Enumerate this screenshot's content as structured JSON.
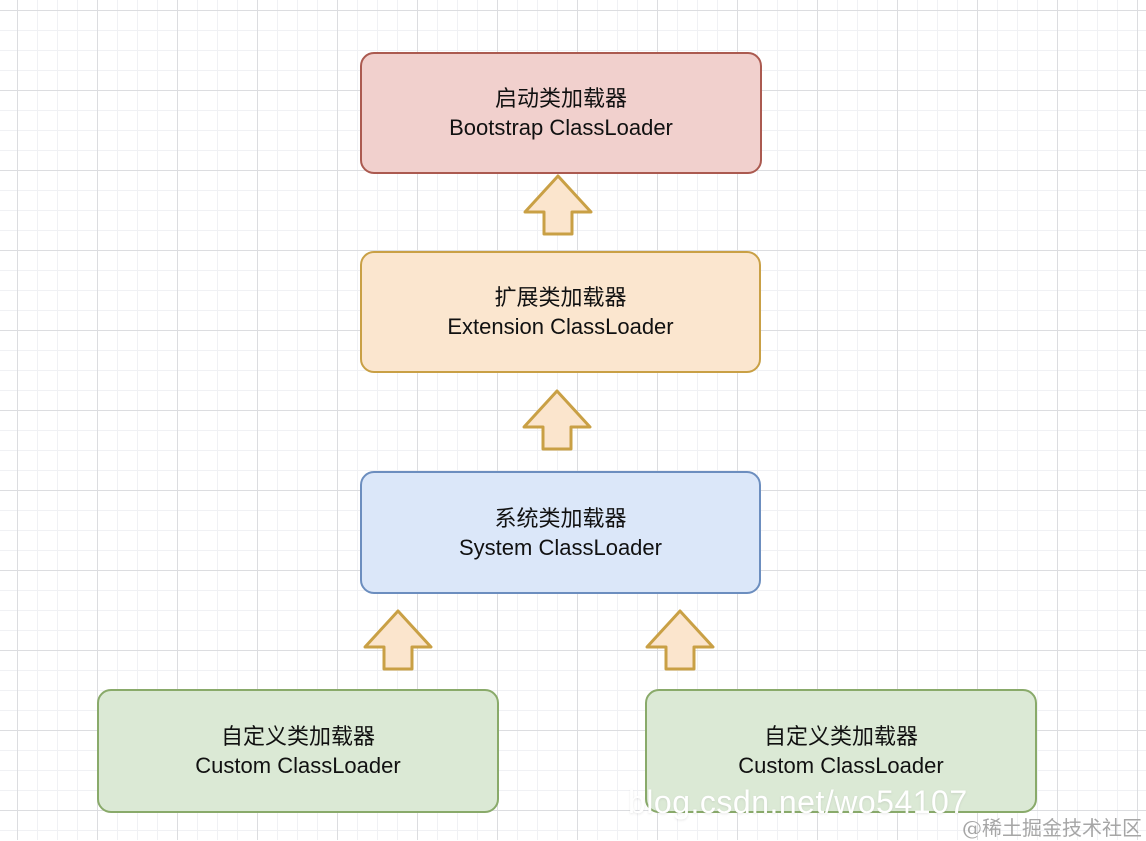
{
  "canvas": {
    "grid_minor_color": "#f0f1f4",
    "grid_major_color": "#dcdde0",
    "background": "#ffffff"
  },
  "nodes": [
    {
      "name": "bootstrap-classloader",
      "label_zh": "启动类加载器",
      "label_en": "Bootstrap ClassLoader",
      "fill": "#f1d0cd",
      "stroke": "#ab5a50"
    },
    {
      "name": "extension-classloader",
      "label_zh": "扩展类加载器",
      "label_en": "Extension ClassLoader",
      "fill": "#fbe6cf",
      "stroke": "#c9a045"
    },
    {
      "name": "system-classloader",
      "label_zh": "系统类加载器",
      "label_en": "System ClassLoader",
      "fill": "#dbe7f9",
      "stroke": "#6c8ebf"
    },
    {
      "name": "custom-classloader-left",
      "label_zh": "自定义类加载器",
      "label_en": "Custom ClassLoader",
      "fill": "#dbe9d5",
      "stroke": "#89aa6a"
    },
    {
      "name": "custom-classloader-right",
      "label_zh": "自定义类加载器",
      "label_en": "Custom ClassLoader",
      "fill": "#dbe9d5",
      "stroke": "#89aa6a"
    }
  ],
  "arrows": {
    "direction": "up",
    "count": 4,
    "fill": "#fbe5cd",
    "stroke": "#c9a045"
  },
  "watermarks": {
    "csdn_url": "blog.csdn.net/wo54107",
    "juejin_credit": "@稀土掘金技术社区"
  }
}
